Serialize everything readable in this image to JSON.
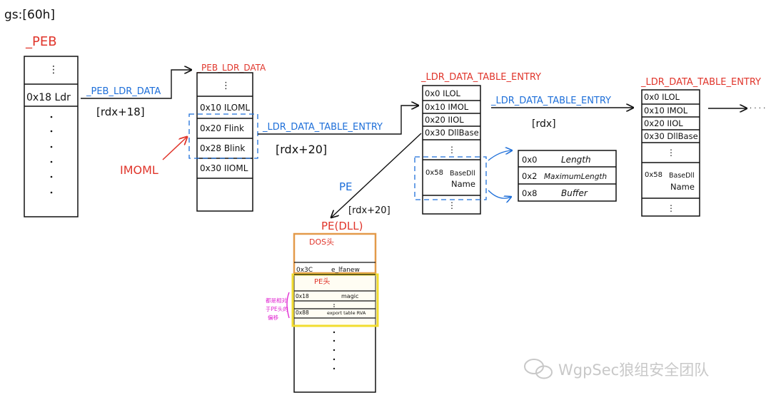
{
  "colors": {
    "ink": "#111111",
    "red": "#e0352b",
    "blue": "#1e6fd9",
    "magenta": "#e01fd0",
    "orange": "#e39a4a",
    "yellow": "#f2dc2e",
    "watermark": "#c8c8c8"
  },
  "gs_label": "gs:[60h]",
  "peb": {
    "title": "_PEB",
    "dots_top": "⋮",
    "ldr_row": "0x18 Ldr"
  },
  "arrow_peb_ldr_label": "_PEB_LDR_DATA",
  "offset_rdx18": "[rdx+18]",
  "ldr_data": {
    "title": "_PEB_LDR_DATA",
    "dots": "⋮",
    "rows": [
      "0x10 ILOML",
      "0x20 Flink",
      "0x28 Blink",
      "0x30 IIOML"
    ]
  },
  "imoml_label": "IMOML",
  "arrow_flink_label": "_LDR_DATA_TABLE_ENTRY",
  "offset_rdx20": "[rdx+20]",
  "entry1": {
    "title": "_LDR_DATA_TABLE_ENTRY",
    "rows": [
      "0x0 ILOL",
      "0x10 IMOL",
      "0x20 IIOL",
      "0x30 DllBase"
    ],
    "dots": "⋮",
    "dll_off": "0x58",
    "dll_a": "BaseDll",
    "dll_b": "Name",
    "dots_bottom": "⋮"
  },
  "arrow_entry_label": "_LDR_DATA_TABLE_ENTRY",
  "offset_rdx": "[rdx]",
  "entry2": {
    "title": "_LDR_DATA_TABLE_ENTRY",
    "rows": [
      "0x0 ILOL",
      "0x10 IMOL",
      "0x20 IIOL",
      "0x30 DllBase"
    ],
    "dots": "⋮",
    "dll_off": "0x58",
    "dll_a": "BaseDll",
    "dll_b": "Name",
    "dots_bottom": "⋮"
  },
  "continuation": "· · · ·",
  "unicode_string": {
    "rows": [
      {
        "off": "0x0",
        "name": "Length"
      },
      {
        "off": "0x2",
        "name": "MaximumLength"
      },
      {
        "off": "0x8",
        "name": "Buffer"
      }
    ]
  },
  "pe_label": "PE",
  "offset_pe": "[rdx+20]",
  "pe_block": {
    "title": "PE(DLL)",
    "dos": "DOS头",
    "lfanew_off": "0x3C",
    "lfanew_name": "e_lfanew",
    "pe_head": "PE头",
    "magic_off": "0x18",
    "magic_name": "magic",
    "export_off": "0x88",
    "export_name": "export table RVA"
  },
  "note": [
    "都是相对",
    "于PE头的",
    "偏移"
  ],
  "watermark": "WgpSec狼组安全团队"
}
